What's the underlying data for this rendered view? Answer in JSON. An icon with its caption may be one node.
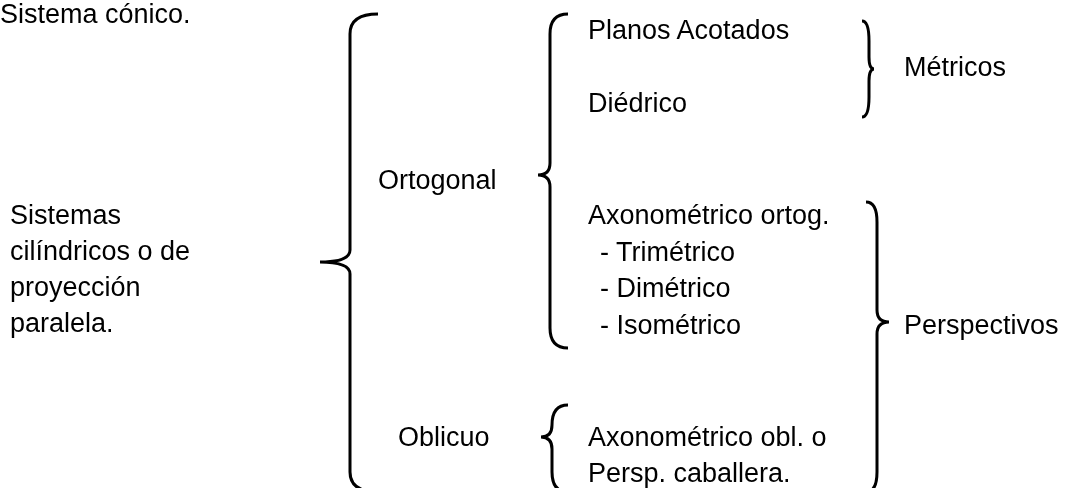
{
  "diagram": {
    "labels": [
      "Sistema cónico.",
      "Planos Acotados",
      "Métricos",
      "Diédrico",
      "Ortogonal",
      "Sistemas cilíndricos o de proyección paralela.",
      "Axonométrico ortog.",
      "- Trimétrico",
      "- Dimétrico",
      "- Isométrico",
      "Perspectivos",
      "Oblicuo",
      "Axonométrico obl. o Persp. caballera."
    ]
  }
}
